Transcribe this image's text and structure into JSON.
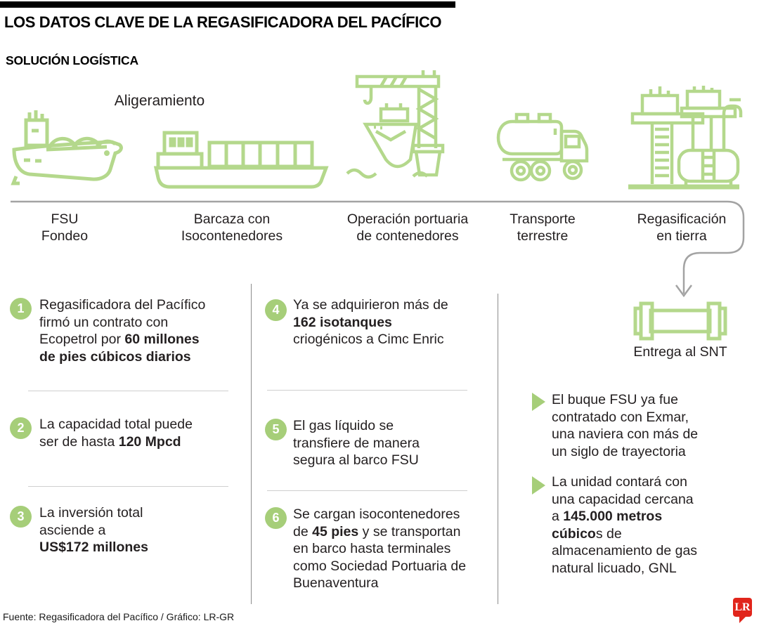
{
  "header": {
    "title": "LOS DATOS CLAVE DE LA REGASIFICADORA DEL PACÍFICO",
    "subtitle": "SOLUCIÓN LOGÍSTICA"
  },
  "flow": {
    "stage_label": "Aligeramiento",
    "steps": [
      {
        "icon": "lng-carrier-icon",
        "line1": "FSU",
        "line2": "Fondeo"
      },
      {
        "icon": "container-barge-icon",
        "line1": "Barcaza con",
        "line2": "Isocontenedores"
      },
      {
        "icon": "port-crane-icon",
        "line1": "Operación portuaria",
        "line2": "de contenedores"
      },
      {
        "icon": "tanker-truck-icon",
        "line1": "Transporte",
        "line2": "terrestre"
      },
      {
        "icon": "regasification-plant-icon",
        "line1": "Regasificación",
        "line2": "en tierra"
      }
    ],
    "delivery_label": "Entrega al SNT"
  },
  "facts": {
    "column1": [
      {
        "number": "1",
        "lines": [
          [
            {
              "t": "Regasificadora del Pacífico"
            }
          ],
          [
            {
              "t": "firmó un contrato con"
            }
          ],
          [
            {
              "t": "Ecopetrol por "
            },
            {
              "t": "60 millones",
              "b": true
            }
          ],
          [
            {
              "t": "de pies cúbicos diarios",
              "b": true
            }
          ]
        ]
      },
      {
        "number": "2",
        "lines": [
          [
            {
              "t": "La capacidad total puede"
            }
          ],
          [
            {
              "t": "ser de hasta "
            },
            {
              "t": "120 Mpcd",
              "b": true
            }
          ]
        ]
      },
      {
        "number": "3",
        "lines": [
          [
            {
              "t": "La inversión total"
            }
          ],
          [
            {
              "t": "asciende a"
            }
          ],
          [
            {
              "t": "US$172 millones",
              "b": true
            }
          ]
        ]
      }
    ],
    "column2": [
      {
        "number": "4",
        "lines": [
          [
            {
              "t": "Ya se adquirieron más de"
            }
          ],
          [
            {
              "t": "162 isotanques",
              "b": true
            }
          ],
          [
            {
              "t": "criogénicos a Cimc Enric"
            }
          ]
        ]
      },
      {
        "number": "5",
        "lines": [
          [
            {
              "t": "El gas líquido se"
            }
          ],
          [
            {
              "t": "transfiere de manera"
            }
          ],
          [
            {
              "t": "segura al barco FSU"
            }
          ]
        ]
      },
      {
        "number": "6",
        "lines": [
          [
            {
              "t": "Se cargan isocontenedores"
            }
          ],
          [
            {
              "t": "de "
            },
            {
              "t": "45 pies",
              "b": true
            },
            {
              "t": " y se transportan"
            }
          ],
          [
            {
              "t": "en barco hasta terminales"
            }
          ],
          [
            {
              "t": "como Sociedad Portuaria de"
            }
          ],
          [
            {
              "t": "Buenaventura"
            }
          ]
        ]
      }
    ],
    "column3_bullets": [
      {
        "lines": [
          [
            {
              "t": "El buque FSU ya fue"
            }
          ],
          [
            {
              "t": "contratado con Exmar,"
            }
          ],
          [
            {
              "t": "una naviera con más de"
            }
          ],
          [
            {
              "t": "un siglo de trayectoria"
            }
          ]
        ]
      },
      {
        "lines": [
          [
            {
              "t": "La unidad contará con"
            }
          ],
          [
            {
              "t": "una capacidad cercana"
            }
          ],
          [
            {
              "t": "a "
            },
            {
              "t": "145.000 metros",
              "b": true
            }
          ],
          [
            {
              "t": "cúbico",
              "b": true
            },
            {
              "t": "s de"
            }
          ],
          [
            {
              "t": "almacenamiento de gas"
            }
          ],
          [
            {
              "t": "natural licuado, GNL"
            }
          ]
        ]
      }
    ]
  },
  "footer": {
    "source": "Fuente: Regasificadora del Pacífico / Gráfico: LR-GR",
    "logo_text": "LR"
  },
  "colors": {
    "accent_green": "#a6ce79",
    "icon_green": "#b4d88c",
    "flow_line_gray": "#a3a3a3",
    "logo_red": "#e1251b",
    "text_dark": "#231f20"
  }
}
